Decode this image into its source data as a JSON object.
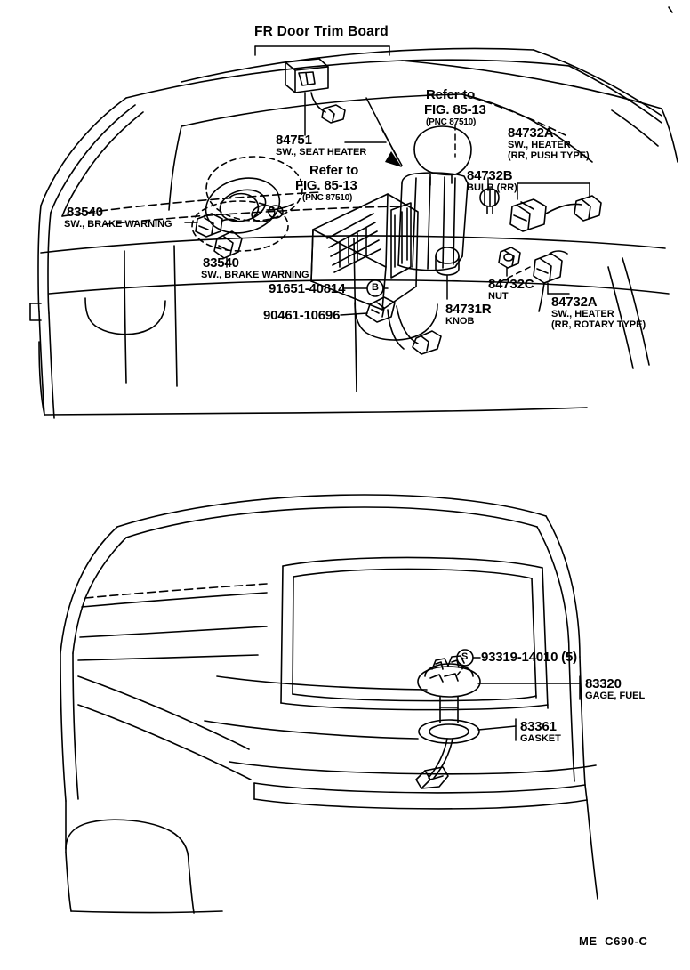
{
  "document": {
    "type": "parts-catalog-illustration",
    "footer_code": "ME  C690-C",
    "heading": "FR Door Trim Board"
  },
  "callouts": {
    "seat_heater_switch": {
      "part_number": "84751",
      "description": "SW., SEAT HEATER"
    },
    "refer_left": {
      "line1": "Refer to",
      "line2": "FIG. 85-13",
      "line3": "(PNC 87510)"
    },
    "refer_right": {
      "line1": "Refer to",
      "line2": "FIG. 85-13",
      "line3": "(PNC 87510)"
    },
    "brake_warning_upper": {
      "part_number": "83540",
      "description": "SW., BRAKE WARNING"
    },
    "brake_warning_lower": {
      "part_number": "83540",
      "description": "SW., BRAKE WARNING"
    },
    "screw_91651": {
      "part_number": "91651-40814",
      "marker": "B"
    },
    "clip_90461": {
      "part_number": "90461-10696"
    },
    "heater_switch_push": {
      "part_number": "84732A",
      "description_line1": "SW., HEATER",
      "description_line2": "(RR, PUSH TYPE)"
    },
    "bulb_rr": {
      "part_number": "84732B",
      "description": "BULB (RR)"
    },
    "nut_84732c": {
      "part_number": "84732C",
      "description": "NUT"
    },
    "heater_switch_rotary": {
      "part_number": "84732A",
      "description_line1": "SW., HEATER",
      "description_line2": "(RR, ROTARY TYPE)"
    },
    "knob": {
      "part_number": "84731R",
      "description": "KNOB"
    },
    "screw_93319": {
      "part_number": "93319-14010 (5)",
      "marker": "S"
    },
    "fuel_gage": {
      "part_number": "83320",
      "description": "GAGE, FUEL"
    },
    "gasket": {
      "part_number": "83361",
      "description": "GASKET"
    }
  },
  "colors": {
    "ink": "#000000",
    "paper": "#ffffff"
  }
}
